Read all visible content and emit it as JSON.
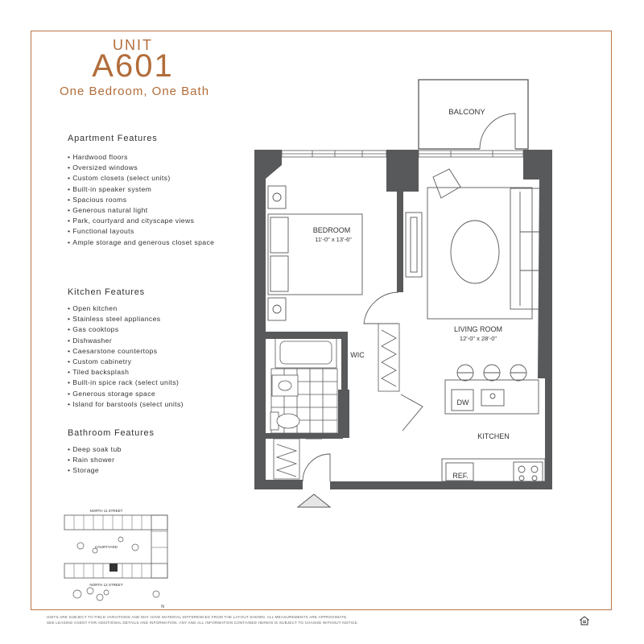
{
  "unit": {
    "label": "UNIT",
    "number": "A601",
    "type": "One Bedroom, One Bath"
  },
  "sections": {
    "apartment": {
      "title": "Apartment Features",
      "items": [
        "Hardwood floors",
        "Oversized windows",
        "Custom closets (select units)",
        "Built-in speaker system",
        "Spacious rooms",
        "Generous natural light",
        "Park, courtyard and cityscape views",
        "Functional layouts",
        "Ample storage and generous closet space"
      ]
    },
    "kitchen": {
      "title": "Kitchen Features",
      "items": [
        "Open kitchen",
        "Stainless steel appliances",
        "Gas cooktops",
        "Dishwasher",
        "Caesarstone countertops",
        "Custom cabinetry",
        "Tiled backsplash",
        "Built-in spice rack (select units)",
        "Generous storage space",
        "Island for barstools (select units)"
      ]
    },
    "bathroom": {
      "title": "Bathroom Features",
      "items": [
        "Deep soak tub",
        "Rain shower",
        "Storage"
      ]
    }
  },
  "plan": {
    "balcony": "BALCONY",
    "bedroom": "BEDROOM",
    "bedroom_dims": "11'-0\" x 13'-6\"",
    "wic": "WIC",
    "living_room": "LIVING ROOM",
    "living_dims": "12'-0\" x 28'-0\"",
    "kitchen": "KITCHEN",
    "dw": "DW",
    "ref": "REF."
  },
  "keyplan": {
    "north_street": "NORTH 11 STREET",
    "south_street": "NORTH 12 STREET",
    "courtyard": "COURTYARD",
    "north": "N"
  },
  "disclaimer": {
    "line1": "UNITS ARE SUBJECT TO FIELD VARIATIONS AND MAY HAVE MATERIAL DIFFERENCES FROM THE LAYOUT SHOWN. ALL MEASUREMENTS ARE APPROXIMATE.",
    "line2": "SEE LEASING AGENT FOR ADDITIONAL DETAILS AND INFORMATION. ANY AND ALL INFORMATION CONTAINED HEREIN IS SUBJECT TO CHANGE WITHOUT NOTICE."
  },
  "colors": {
    "accent": "#b26d3a",
    "wall": "#58595b",
    "text": "#333333"
  },
  "icons": [
    "equal-housing-icon"
  ]
}
